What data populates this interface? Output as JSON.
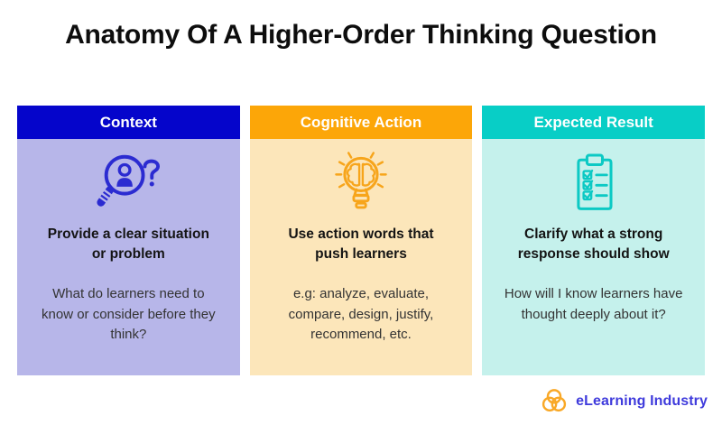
{
  "title": "Anatomy Of A Higher-Order Thinking Question",
  "columns": [
    {
      "header": "Context",
      "icon": "magnifier-person-question",
      "heading": "Provide a clear situation or problem",
      "description": "What do learners need to know or consider before they think?",
      "colors": {
        "header_bg": "#0505CB",
        "body_bg": "#B7B6E9",
        "icon": "#2B2BD1"
      }
    },
    {
      "header": "Cognitive Action",
      "icon": "lightbulb-brain",
      "heading": "Use action words that push learners",
      "description": "e.g: analyze, evaluate, compare, design, justify, recommend, etc.",
      "colors": {
        "header_bg": "#FCA608",
        "body_bg": "#FCE6BA",
        "icon": "#F7A51B"
      }
    },
    {
      "header": "Expected Result",
      "icon": "clipboard-checklist",
      "heading": "Clarify what a strong response should show",
      "description": "How will I know learners have thought deeply about it?",
      "colors": {
        "header_bg": "#08CEC6",
        "body_bg": "#C5F1EC",
        "icon": "#0CC9C4"
      }
    }
  ],
  "footer": {
    "brand": "eLearning Industry",
    "brand_color": "#3F3BDC",
    "logo_color": "#F9A826"
  }
}
